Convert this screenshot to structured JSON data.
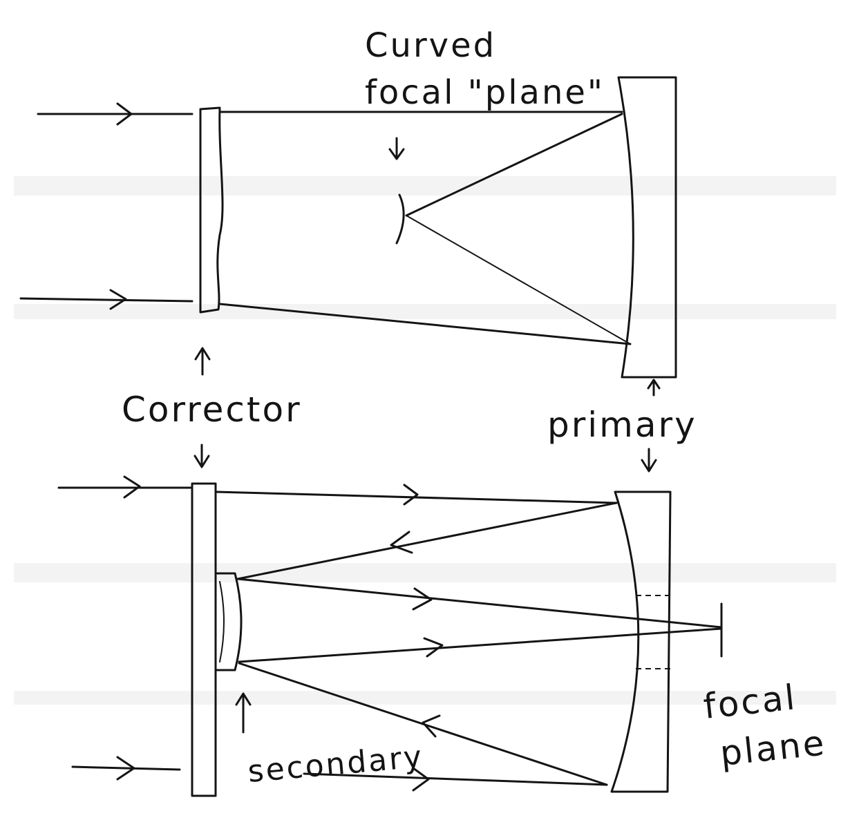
{
  "labels": {
    "curved_line1": "Curved",
    "curved_line2": "focal \"plane\"",
    "corrector": "Corrector",
    "primary": "primary",
    "secondary": "secondary",
    "focal_line1": "focal",
    "focal_line2": "plane"
  }
}
